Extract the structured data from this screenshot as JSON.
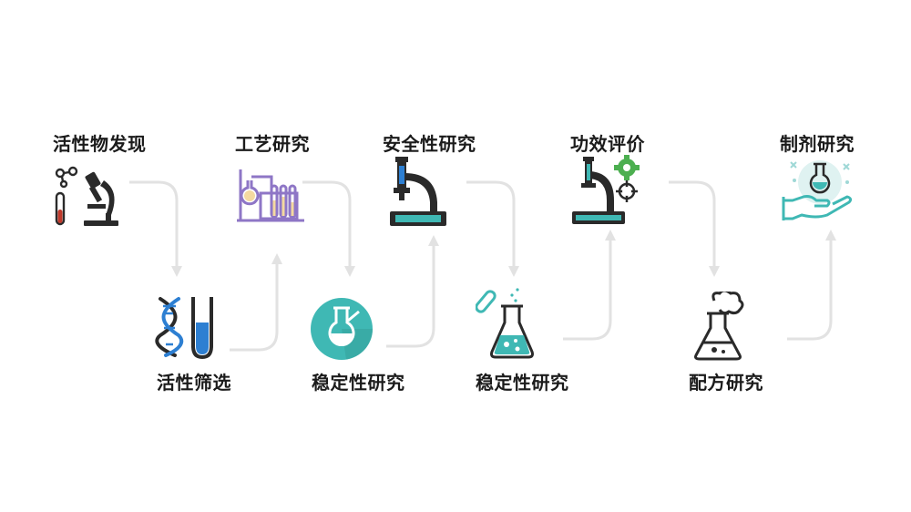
{
  "steps": [
    {
      "label": "活性物发现",
      "icon": "microscope-molecules-icon"
    },
    {
      "label": "活性筛选",
      "icon": "dna-test-tube-icon"
    },
    {
      "label": "工艺研究",
      "icon": "distillation-apparatus-icon"
    },
    {
      "label": "稳定性研究",
      "icon": "round-flask-icon"
    },
    {
      "label": "安全性研究",
      "icon": "microscope-icon"
    },
    {
      "label": "稳定性研究",
      "icon": "erlenmeyer-flask-icon"
    },
    {
      "label": "功效评价",
      "icon": "microscope-gears-icon"
    },
    {
      "label": "配方研究",
      "icon": "smoking-flask-icon"
    },
    {
      "label": "制剂研究",
      "icon": "hand-flask-icon"
    }
  ],
  "colors": {
    "connector": "#e2e2e2",
    "dark": "#2a2a2a",
    "teal": "#3fb8b4",
    "blue": "#2d7fd2",
    "purple": "#8e76c6",
    "cream": "#f4d9a0",
    "green": "#4caf50"
  }
}
